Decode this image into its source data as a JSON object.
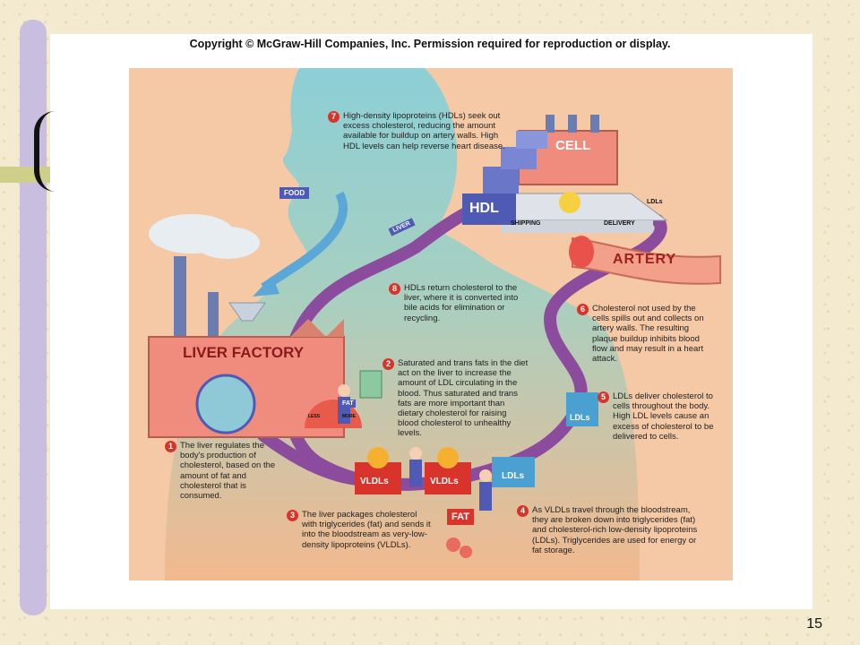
{
  "copyright": "Copyright © McGraw-Hill Companies, Inc. Permission required for reproduction or display.",
  "page_number": "15",
  "labels": {
    "liver_factory": "LIVER FACTORY",
    "cell": "CELL",
    "artery": "ARTERY",
    "hdl": "HDL",
    "shipping": "SHIPPING",
    "delivery": "DELIVERY",
    "food": "FOOD",
    "liver_sign": "LIVER",
    "fat": "FAT",
    "fat_gauge": "FAT",
    "less": "LESS",
    "more": "MORE",
    "vldls": "VLDLs",
    "ldls": "LDLs"
  },
  "steps": [
    {
      "n": "1",
      "text": "The liver regulates the body's production of cholesterol, based on the amount of fat and cholesterol that is consumed."
    },
    {
      "n": "2",
      "text": "Saturated and trans fats in the diet act on the liver to increase the amount of LDL circulating in the blood. Thus saturated and trans fats are more important than dietary cholesterol for raising blood cholesterol to unhealthy levels."
    },
    {
      "n": "3",
      "text": "The liver packages cholesterol with triglycerides (fat) and sends it into the bloodstream as very-low-density lipoproteins (VLDLs)."
    },
    {
      "n": "4",
      "text": "As VLDLs travel through the bloodstream, they are broken down into triglycerides (fat) and cholesterol-rich low-density lipoproteins (LDLs). Triglycerides are used for energy or fat storage."
    },
    {
      "n": "5",
      "text": "LDLs deliver cholesterol to cells throughout the body. High LDL levels cause an excess of cholesterol to be delivered to cells."
    },
    {
      "n": "6",
      "text": "Cholesterol not used by the cells spills out and collects on artery walls. The resulting plaque buildup inhibits blood flow and may result in a heart attack."
    },
    {
      "n": "7",
      "text": "High-density lipoproteins (HDLs) seek out excess cholesterol, reducing the amount available for buildup on artery walls. High HDL levels can help reverse heart disease."
    },
    {
      "n": "8",
      "text": "HDLs return cholesterol to the liver, where it is converted into bile acids for elimination or recycling."
    }
  ],
  "colors": {
    "background_panel": "#f6c9a6",
    "silhouette_top": "#8ccfd6",
    "silhouette_bottom": "#f3b98e",
    "bloodstream": "#8c4c9e",
    "liver_factory": "#f08c7e",
    "step_marker": "#d8342b",
    "vldl_truck": "#d8342b",
    "ldl_truck": "#4aa0d0",
    "hdl_truck": "#4f5ab4"
  }
}
